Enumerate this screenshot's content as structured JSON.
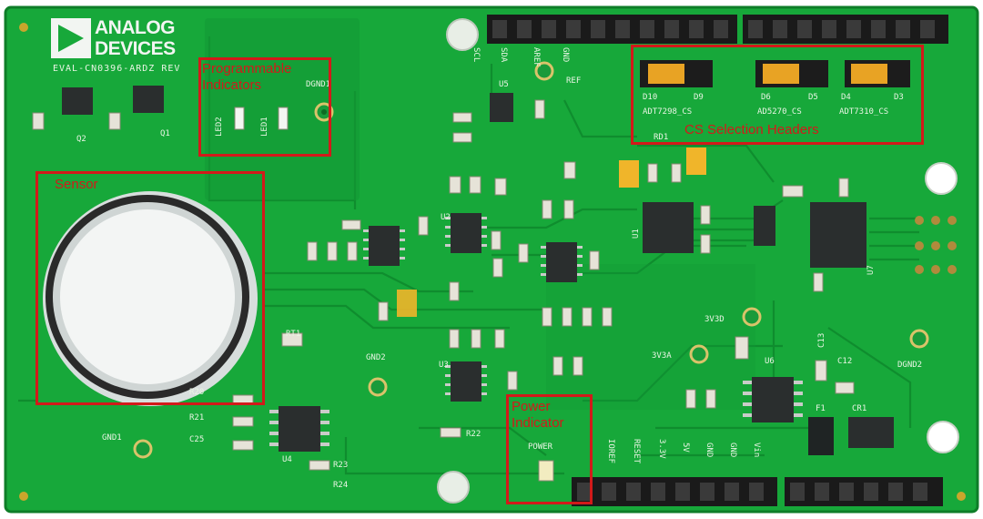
{
  "brand": {
    "line1": "ANALOG",
    "line2": "DEVICES",
    "board_id": "EVAL-CN0396-ARDZ REV"
  },
  "callouts": {
    "programmable": "Programmable Indicators",
    "sensor": "Sensor",
    "power": "Power Indicator",
    "cs_headers": "CS Selection Headers"
  },
  "silkscreen": {
    "dgnd1": "DGND1",
    "dgnd2": "DGND2",
    "gnd1": "GND1",
    "gnd2": "GND2",
    "led2": "LED2",
    "led1": "LED1",
    "power": "POWER",
    "d10": "D10",
    "d9": "D9",
    "d6": "D6",
    "d5": "D5",
    "d4": "D4",
    "d3": "D3",
    "adt7298": "ADT7298_CS",
    "ad5270": "AD5270_CS",
    "adt7310": "ADT7310_CS",
    "u1": "U1",
    "u2": "U2",
    "u3": "U3",
    "u4": "U4",
    "u5": "U5",
    "u6": "U6",
    "u7": "U7",
    "q1": "Q1",
    "q2": "Q2",
    "r20": "R20",
    "r21": "R21",
    "c25": "C25",
    "r23": "R23",
    "r24": "R24",
    "r22": "R22",
    "c12": "C12",
    "c13": "C13",
    "cr1": "CR1",
    "f1": "F1",
    "v3v3d": "3V3D",
    "v3v3a": "3V3A",
    "ref": "REF",
    "rd1": "RD1",
    "rt1": "RT1",
    "ioref": "IOREF",
    "reset": "RESET",
    "v3v3": "3.3V",
    "v5": "5V",
    "gnd_a": "GND",
    "gnd_b": "GND",
    "vin": "Vin",
    "scl": "SCL",
    "sda": "SDA",
    "aref": "AREF",
    "gnd_top": "GND"
  },
  "colors": {
    "pcb": "#17a83a",
    "pcb_dark": "#0f8a2c",
    "trace": "#129233",
    "silk": "#eaf6e6",
    "callout": "#d21a1a",
    "header": "#1a1a1a",
    "chip": "#2a2e2e",
    "tantalum": "#f0b52a"
  }
}
